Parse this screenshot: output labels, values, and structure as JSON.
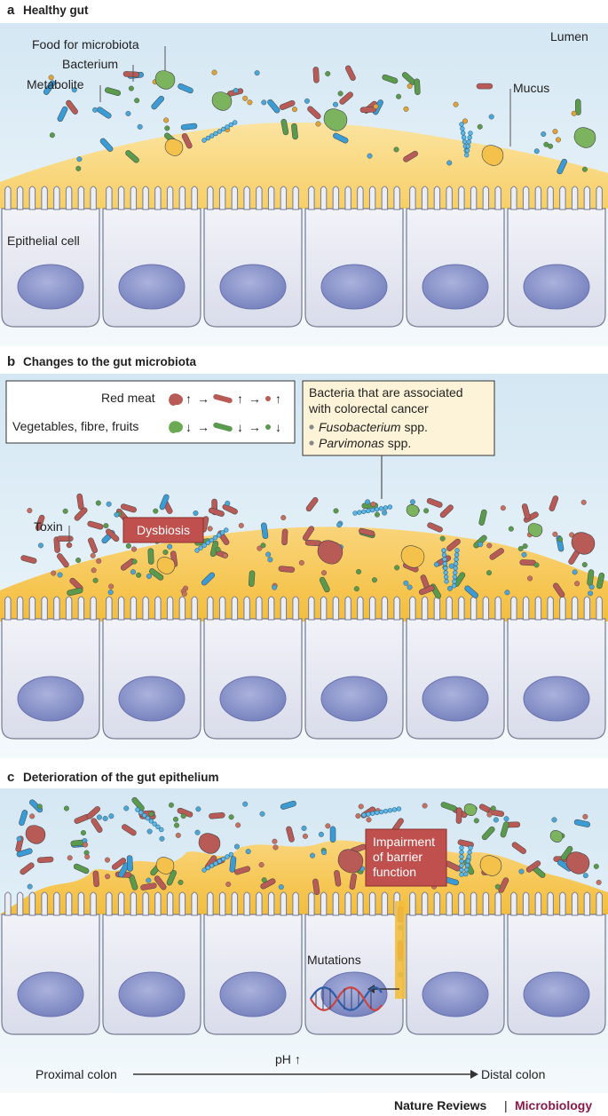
{
  "panels": {
    "a": {
      "letter": "a",
      "title": "Healthy gut"
    },
    "b": {
      "letter": "b",
      "title": "Changes to the gut microbiota"
    },
    "c": {
      "letter": "c",
      "title": "Deterioration of the gut epithelium"
    }
  },
  "labels": {
    "lumen": "Lumen",
    "food": "Food for microbiota",
    "bacterium": "Bacterium",
    "metabolite": "Metabolite",
    "mucus": "Mucus",
    "epithelial_cell": "Epithelial cell",
    "toxin": "Toxin",
    "dysbiosis": "Dysbiosis",
    "impairment_line1": "Impairment",
    "impairment_line2": "of barrier",
    "impairment_line3": "function",
    "mutations": "Mutations",
    "ph": "pH",
    "proximal": "Proximal colon",
    "distal": "Distal colon"
  },
  "diet_box": {
    "row1": {
      "label": "Red meat",
      "arrow": "↑"
    },
    "row2": {
      "label": "Vegetables, fibre, fruits",
      "arrow": "↓"
    }
  },
  "crc_box": {
    "line1": "Bacteria that are associated",
    "line2": "with colorectal cancer",
    "items": [
      {
        "genus": "Fusobacterium",
        "suffix": " spp."
      },
      {
        "genus": "Parvimonas",
        "suffix": " spp."
      }
    ]
  },
  "footer": {
    "journal": "Nature Reviews",
    "separator": " | ",
    "subject": "Microbiology"
  },
  "colors": {
    "lumen_top": "#d7e9f4",
    "mucus": "#f9d67a",
    "cell": "#e6e8f2",
    "nucleus": "#8d97cc",
    "red_bacterium": "#b85a55",
    "green_bacterium": "#5a9a4c",
    "blue_bacterium": "#3a9bd5",
    "dysbiosis_box": "#c0504d",
    "journal_accent": "#8b1a4a"
  }
}
